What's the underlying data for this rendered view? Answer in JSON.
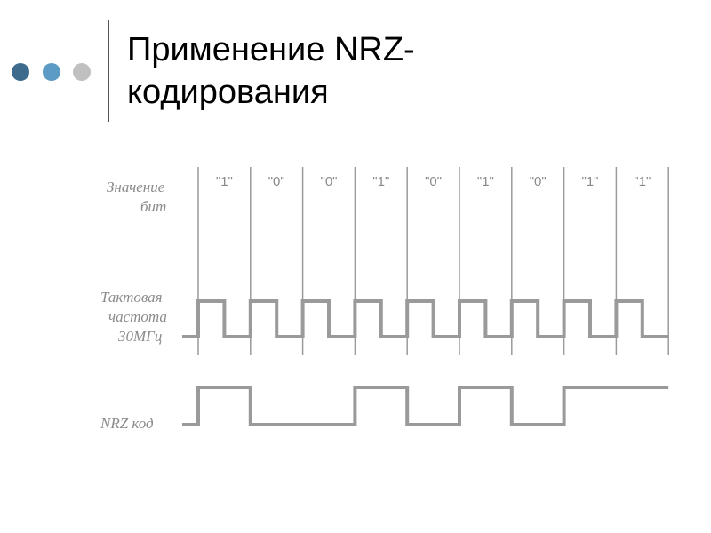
{
  "title": {
    "line1": "Применение NRZ-",
    "line2": "кодирования"
  },
  "colors": {
    "dot_dark": "#3e6a8c",
    "dot_mid": "#5b9bc4",
    "dot_light": "#c0c0c0",
    "divider": "#555555",
    "signal": "#9a9a9a",
    "label": "#8a8a8a"
  },
  "diagram": {
    "labels": {
      "bits": [
        "Значение",
        "бит"
      ],
      "clock": [
        "Тактовая",
        "частота",
        "30МГц"
      ],
      "nrz": "NRZ код"
    },
    "bits": [
      "\"1\"",
      "\"0\"",
      "\"0\"",
      "\"1\"",
      "\"0\"",
      "\"1\"",
      "\"0\"",
      "\"1\"",
      "\"1\""
    ],
    "bit_values": [
      1,
      0,
      0,
      1,
      0,
      1,
      0,
      1,
      1
    ]
  }
}
